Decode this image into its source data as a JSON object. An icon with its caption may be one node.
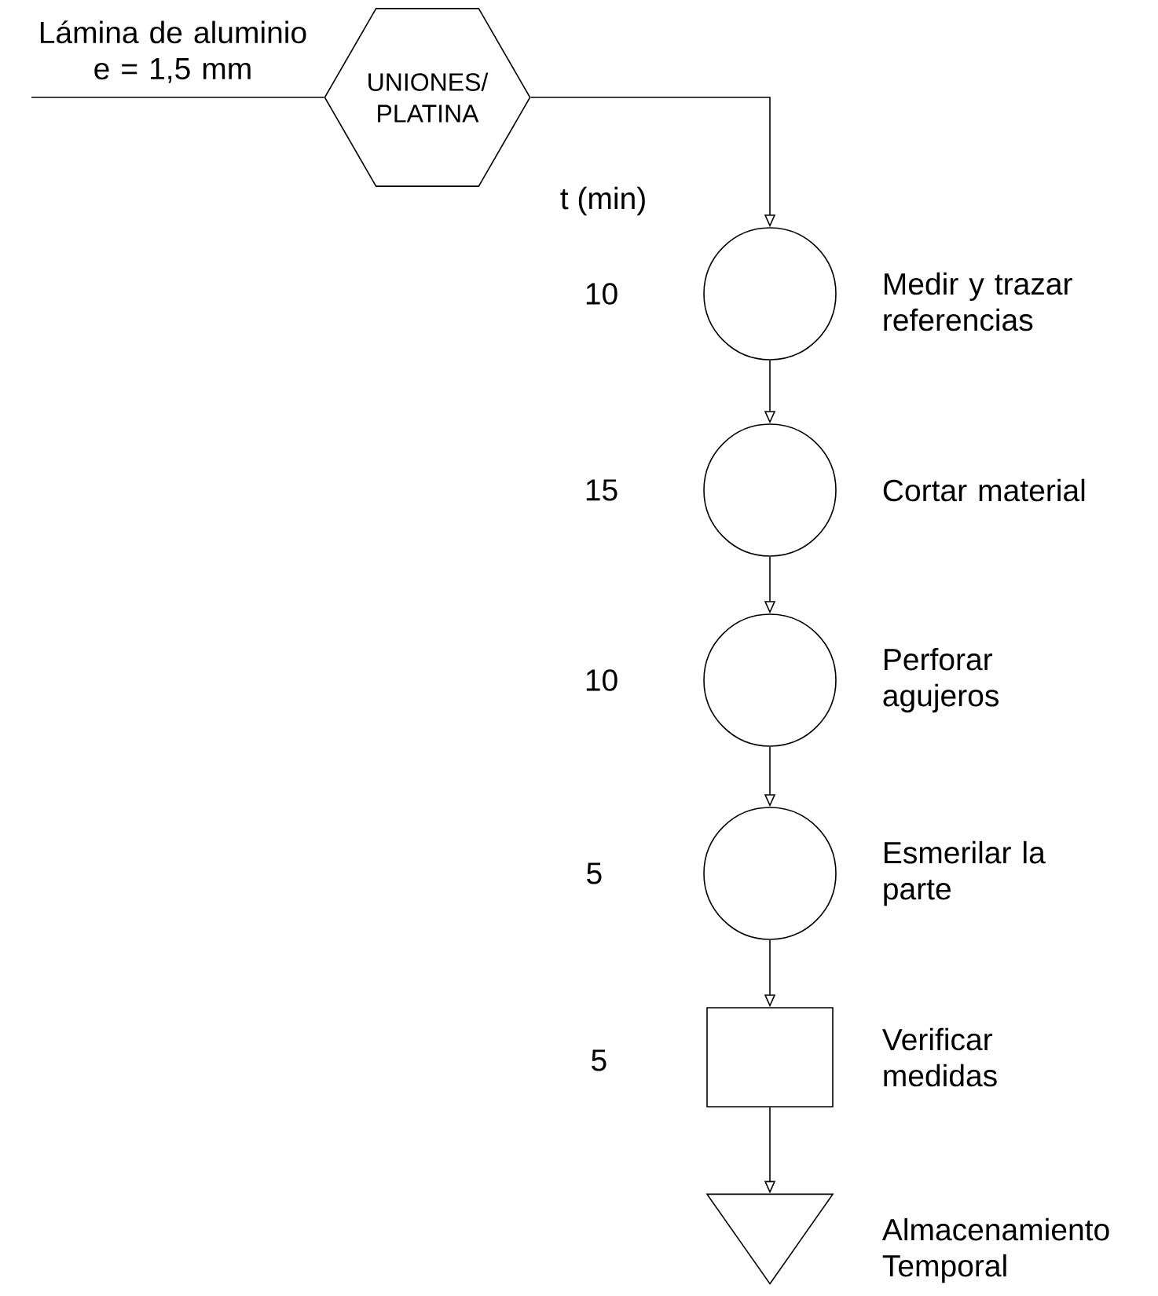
{
  "diagram": {
    "nodes": [
      {
        "text": [
          "UNIONES/ PLATINA"
        ]
      },
      {
        "text": [],
        "shape": "circle",
        "beside": [
          "10",
          "Medir y trazar referencias"
        ]
      },
      {
        "text": [],
        "shape": "circle",
        "beside": [
          "15",
          "Cortar material"
        ]
      },
      {
        "text": [],
        "shape": "circle",
        "beside": [
          "10",
          "Perforar agujeros"
        ]
      },
      {
        "text": [],
        "shape": "circle",
        "beside": [
          "5",
          "Esmerilar la parte"
        ]
      },
      {
        "text": [],
        "shape": "box",
        "beside": [
          "5",
          "Verificar medidas"
        ]
      },
      {
        "text": [],
        "shape": "triangle",
        "beside": [
          "Almacenamiento Temporal"
        ]
      }
    ],
    "edges": [
      {
        "from": null,
        "to": 0,
        "arrow": "none",
        "label": "Lámina de aluminio e = 1,5 mm"
      },
      {
        "from": 0,
        "to": 1,
        "arrow": "to"
      },
      {
        "from": 1,
        "to": 2,
        "arrow": "to"
      },
      {
        "from": 2,
        "to": 3,
        "arrow": "to"
      },
      {
        "from": 3,
        "to": 4,
        "arrow": "to"
      },
      {
        "from": 4,
        "to": 5,
        "arrow": "to"
      },
      {
        "from": 5,
        "to": 6,
        "arrow": "to"
      }
    ],
    "labels": [
      "t (min)"
    ]
  }
}
